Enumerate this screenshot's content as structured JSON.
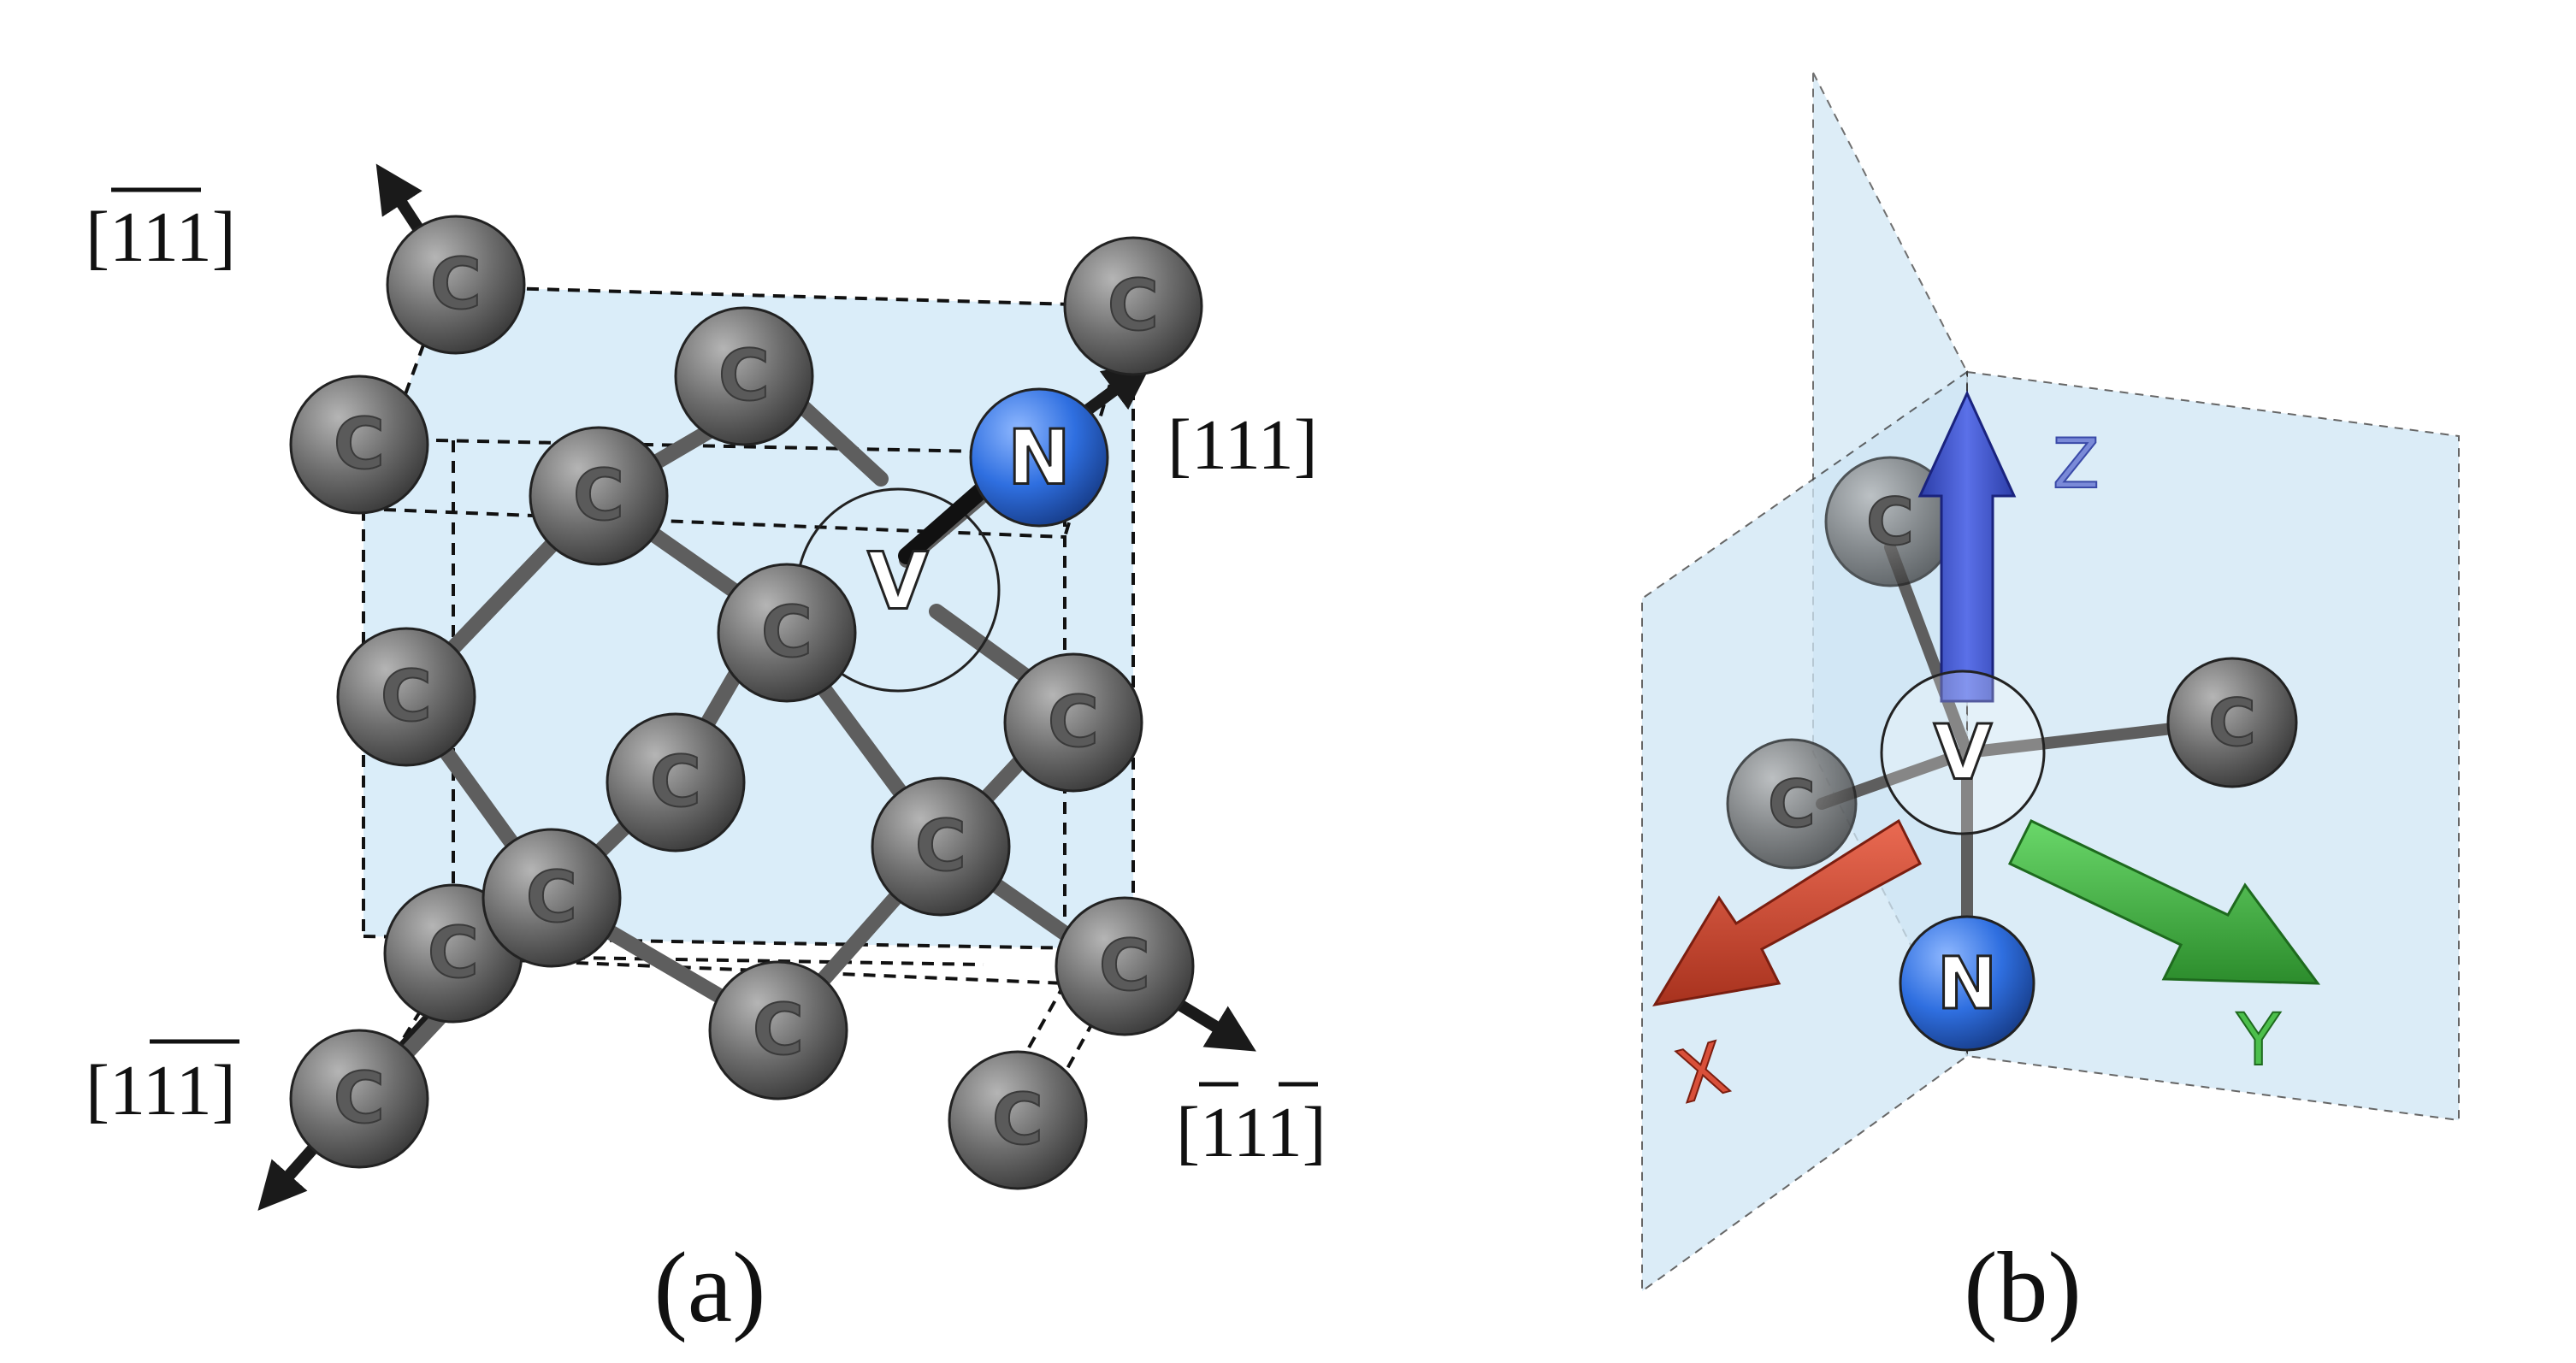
{
  "panels": {
    "a": {
      "caption": "(a)",
      "directions": {
        "d111": "[111]",
        "dbar11": "1",
        "d1bar1": "1",
        "d1": "1",
        "lb_open": "[",
        "lb_close": "]",
        "ul_a": "1",
        "ul_b": "1",
        "ul_c": "1",
        "ll_a": "1",
        "ll_b": "1",
        "ll_c": "1",
        "lr_a": "1",
        "lr_b": "1",
        "lr_c": "1"
      },
      "atoms": {
        "carbon": "C",
        "nitrogen": "N",
        "vacancy": "V"
      }
    },
    "b": {
      "caption": "(b)",
      "axes": {
        "x": "X",
        "y": "Y",
        "z": "Z"
      },
      "atoms": {
        "carbon": "C",
        "nitrogen": "N",
        "vacancy": "V"
      },
      "axis_colors": {
        "x": "#d9503a",
        "y": "#4cbf4c",
        "z": "#4a5fd6"
      }
    }
  },
  "colors": {
    "plane": "#cfe6f5",
    "carbon": "#707070",
    "nitrogen": "#2f6fe0"
  }
}
